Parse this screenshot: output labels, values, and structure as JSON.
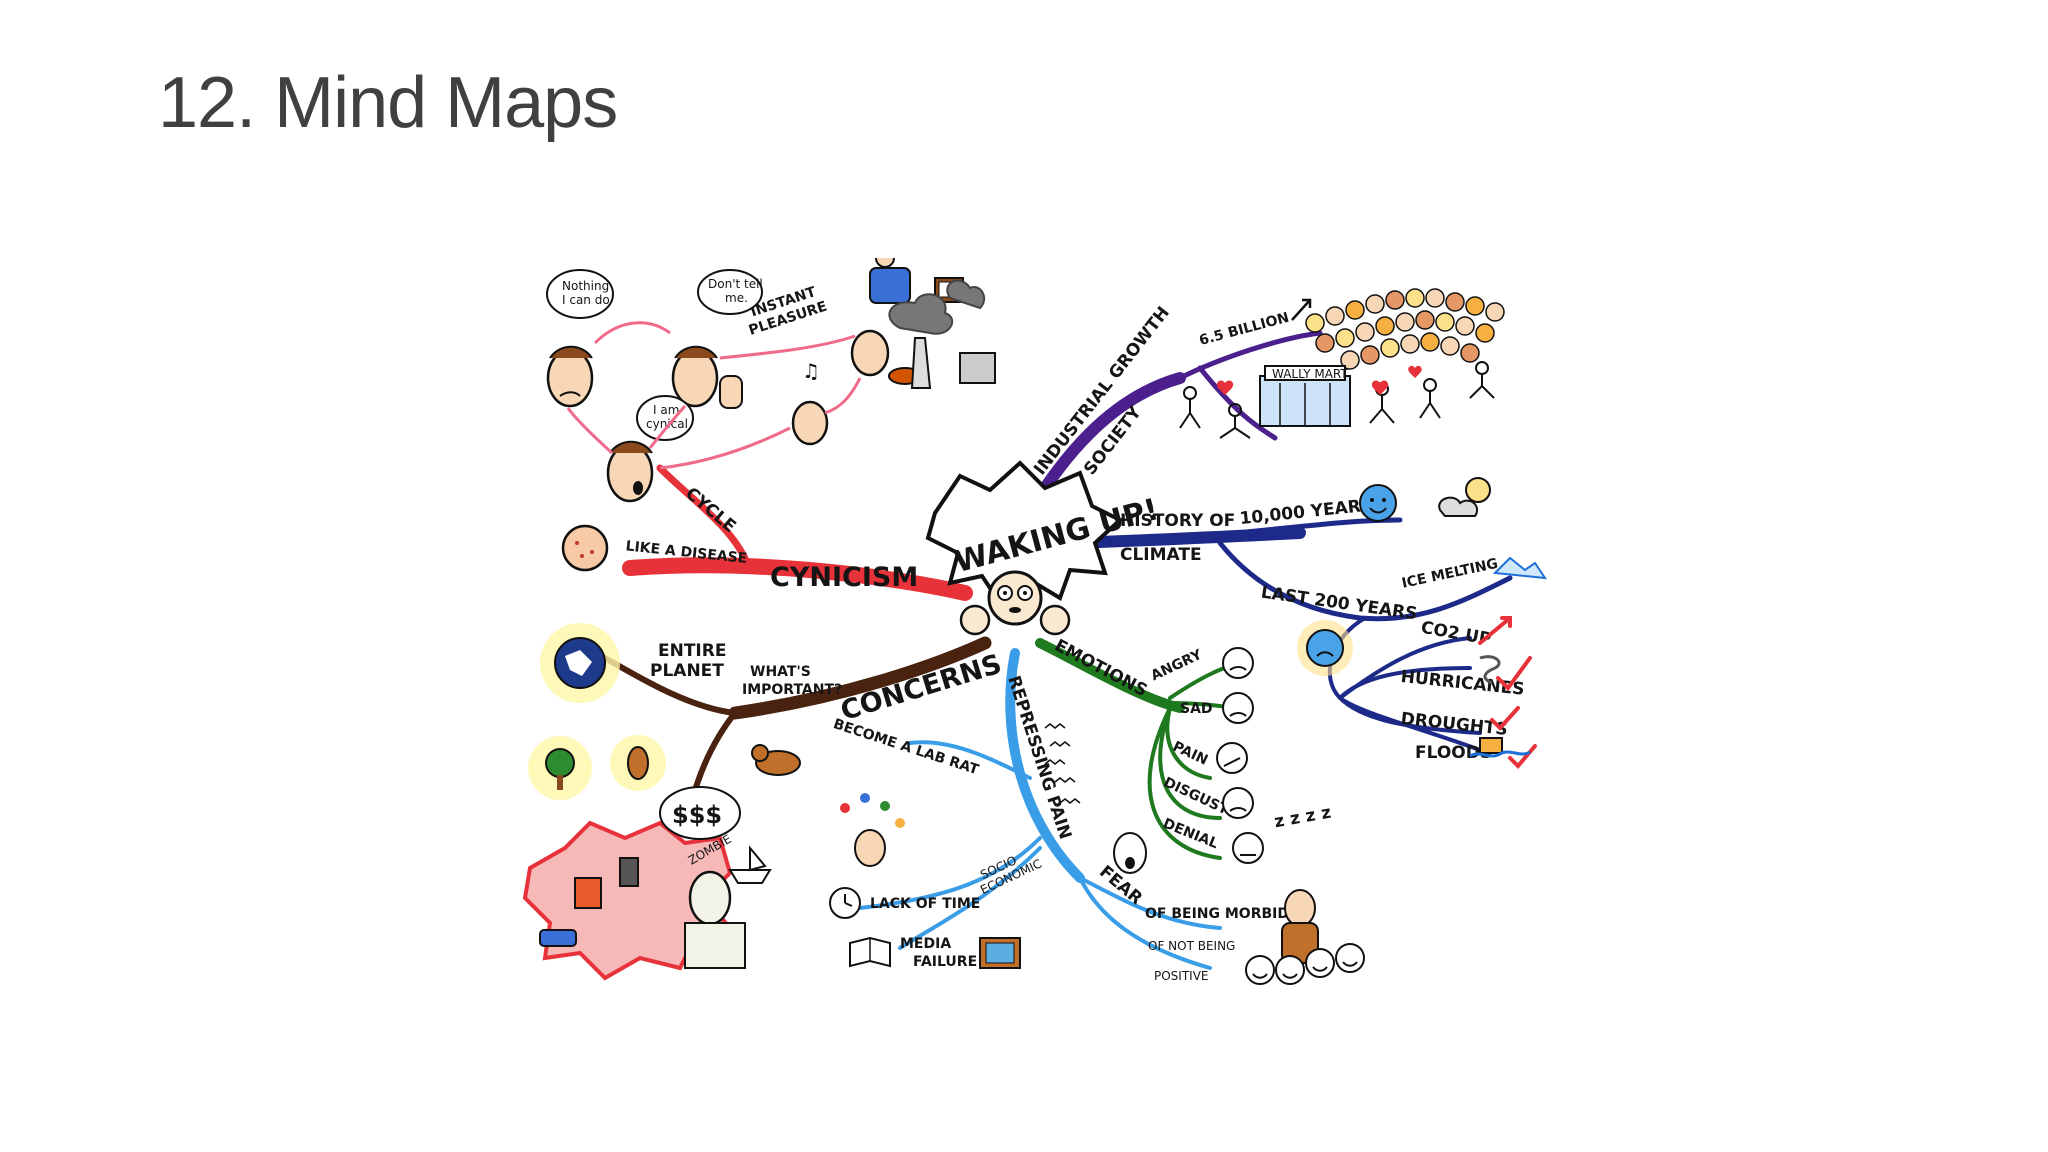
{
  "slide": {
    "title": "12. Mind Maps"
  },
  "mindmap": {
    "center": "WAKING UP!",
    "cynicism": {
      "label": "CYNICISM",
      "like_a_disease": "LIKE A DISEASE",
      "cycle": "CYCLE",
      "instant_pleasure_1": "INSTANT",
      "instant_pleasure_2": "PLEASURE",
      "bubble_nothing_1": "Nothing",
      "bubble_nothing_2": "I can do",
      "bubble_dont_1": "Don't tell",
      "bubble_dont_2": "me.",
      "bubble_cynical_1": "I am",
      "bubble_cynical_2": "cynical"
    },
    "concerns": {
      "label": "CONCERNS",
      "whats_important_1": "WHAT'S",
      "whats_important_2": "IMPORTANT?",
      "entire_planet_1": "ENTIRE",
      "entire_planet_2": "PLANET",
      "zombie": "ZOMBIE",
      "money": "$$$"
    },
    "society": {
      "label": "SOCIETY",
      "industrial_growth": "INDUSTRIAL GROWTH",
      "billion": "6.5 BILLION",
      "store": "WALLY MART"
    },
    "climate": {
      "label": "CLIMATE",
      "history": "HISTORY OF",
      "ten_thousand": "10,000 YEARS.",
      "last_200": "LAST 200 YEARS",
      "items": [
        "ICE MELTING",
        "CO2 UP",
        "HURRICANES",
        "DROUGHTS",
        "FLOODS"
      ]
    },
    "emotions": {
      "label": "EMOTIONS",
      "items": [
        "ANGRY",
        "SAD",
        "PAIN",
        "DISGUST",
        "DENIAL"
      ],
      "zzz": "z z z z"
    },
    "repressing_pain": {
      "label": "REPRESSING PAIN",
      "lab_rat": "BECOME A LAB RAT",
      "socio_1": "SOCIO",
      "socio_2": "ECONOMIC",
      "lack_of_time": "LACK OF TIME",
      "media_1": "MEDIA",
      "media_2": "FAILURE",
      "fear": "FEAR",
      "morbid": "OF BEING MORBID",
      "not_positive_1": "OF NOT BEING",
      "not_positive_2": "POSITIVE"
    }
  },
  "colors": {
    "cynicism": "#e8323a",
    "concerns": "#4a2210",
    "society": "#4b1f8c",
    "climate": "#1e2a8a",
    "emotions": "#1f7a1f",
    "repressing": "#3a9de8",
    "title": "#404040"
  }
}
